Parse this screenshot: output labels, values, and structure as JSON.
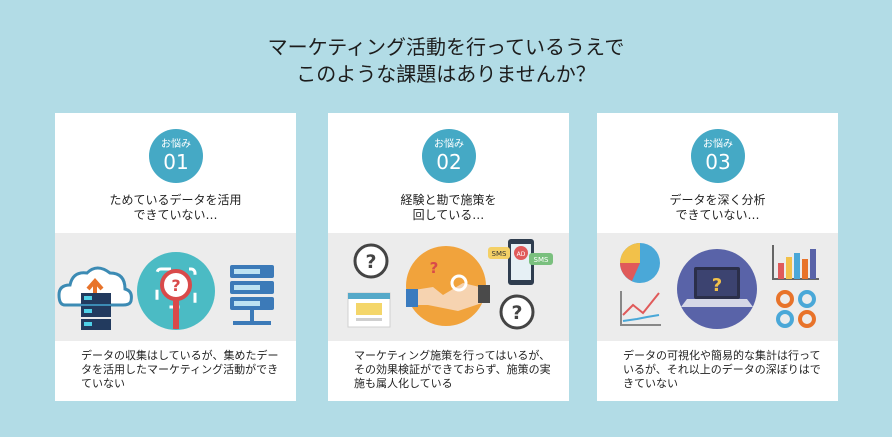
{
  "headline": {
    "line1": "マーケティング活動を行っているうえで",
    "line2": "このような課題はありませんか？"
  },
  "cards": [
    {
      "badge_label": "お悩み",
      "badge_number": "01",
      "title_line1": "ためているデータを活用",
      "title_line2": "できていない…",
      "description": "データの収集はしているが、集めたデータを活用したマーケティング活動ができていない",
      "icons": [
        "cloud-upload-icon",
        "server-icon",
        "magnifier-question-icon",
        "server-rack-icon"
      ]
    },
    {
      "badge_label": "お悩み",
      "badge_number": "02",
      "title_line1": "経験と勘で施策を",
      "title_line2": "回している…",
      "description": "マーケティング施策を行ってはいるが、その効果検証ができておらず、施策の実施も属人化している",
      "icons": [
        "question-icon",
        "handshake-icon",
        "smartphone-sms-icon",
        "webpage-icon",
        "question-icon"
      ],
      "sms_labels": [
        "SMS",
        "AD",
        "SMS"
      ]
    },
    {
      "badge_label": "お悩み",
      "badge_number": "03",
      "title_line1": "データを深く分析",
      "title_line2": "できていない…",
      "description": "データの可視化や簡易的な集計は行っているが、それ以上のデータの深ぼりはできていない",
      "icons": [
        "pie-chart-icon",
        "laptop-question-icon",
        "bar-chart-icon",
        "line-chart-icon",
        "donut-charts-icon"
      ]
    }
  ],
  "colors": {
    "background": "#b2dce6",
    "badge": "#45a9c5",
    "card": "#ffffff",
    "band": "#ececec"
  }
}
